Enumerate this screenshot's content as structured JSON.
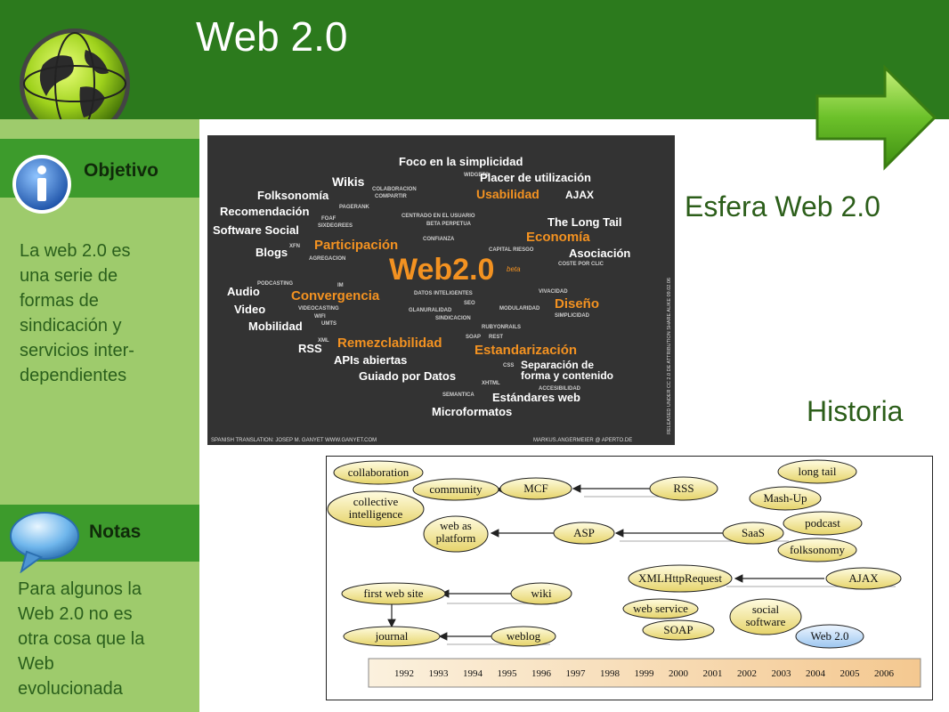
{
  "title": "Web 2.0",
  "sidebar": {
    "objetivo_label": "Objetivo",
    "objetivo_lines": [
      "La web 2.0 es",
      "una serie de",
      "formas de",
      "sindicación y",
      "servicios inter-",
      "dependientes"
    ],
    "notas_label": "Notas",
    "notas_lines": [
      "Para algunos la",
      "Web 2.0 no es",
      "otra cosa que la",
      "Web",
      "evolucionada"
    ]
  },
  "labels": {
    "esfera": "Esfera Web 2.0",
    "historia": "Historia"
  },
  "icons": {
    "logo": "globe-icon",
    "next": "arrow-right-icon",
    "objetivo": "info-icon",
    "notas": "speech-bubble-icon"
  },
  "colors": {
    "header": "#2c7a1d",
    "sidebar": "#9ecb6c",
    "band": "#3d9b2c",
    "label": "#2c5e1a",
    "cloud_bg": "#333333",
    "cloud_orange": "#f39221"
  },
  "tag_cloud": {
    "main": "Web2.0",
    "main_sup": "beta",
    "terms": [
      "Foco en la simplicidad",
      "WIDGETS",
      "Wikis",
      "Placer de utilización",
      "Folksonomía",
      "COLABORACION",
      "COMPARTIR",
      "Usabilidad",
      "AJAX",
      "PAGERANK",
      "Recomendación",
      "FOAF",
      "SIXDEGREES",
      "CENTRADO EN EL USUARIO",
      "BETA PERPETUA",
      "The Long Tail",
      "Software Social",
      "Economía",
      "XFN",
      "Participación",
      "CONFIANZA",
      "CAPITAL RIESGO",
      "Blogs",
      "Asociación",
      "AGREGACION",
      "COSTE POR CLIC",
      "PODCASTING",
      "IM",
      "Audio",
      "Convergencia",
      "DATOS INTELIGENTES",
      "VIVACIDAD",
      "Video",
      "VIDEOCASTING",
      "SEO",
      "Diseño",
      "GLANURALIDAD",
      "MODULARIDAD",
      "WIFI",
      "SIMPLICIDAD",
      "UMTS",
      "SINDICACION",
      "Mobilidad",
      "RUBYONRAILS",
      "SOAP",
      "REST",
      "XML",
      "Remezclabilidad",
      "Estandarización",
      "RSS",
      "APIs abiertas",
      "CSS",
      "Separación de",
      "forma y contenido",
      "Guiado por Datos",
      "XHTML",
      "ACCESIBILIDAD",
      "SEMANTICA",
      "Estándares web",
      "Microformatos"
    ],
    "credit_left": "SPANISH TRANSLATION: JOSEP M. GANYET  WWW.GANYET.COM",
    "credit_right": "MARKUS.ANGERMEIER @ APERTO.DE",
    "vertical": "RELEASED UNDER CC 2.0 DE ATTRIBUTION SHARE ALIKE 09.02.06"
  },
  "timeline": {
    "nodes": [
      "collaboration",
      "community",
      "MCF",
      "RSS",
      "long tail",
      "collective intelligence",
      "Mash-Up",
      "podcast",
      "web as platform",
      "ASP",
      "SaaS",
      "folksonomy",
      "XMLHttpRequest",
      "AJAX",
      "first web site",
      "wiki",
      "web service",
      "social software",
      "journal",
      "weblog",
      "SOAP",
      "Web 2.0"
    ],
    "years": [
      "1992",
      "1993",
      "1994",
      "1995",
      "1996",
      "1997",
      "1998",
      "1999",
      "2000",
      "2001",
      "2002",
      "2003",
      "2004",
      "2005",
      "2006"
    ]
  }
}
